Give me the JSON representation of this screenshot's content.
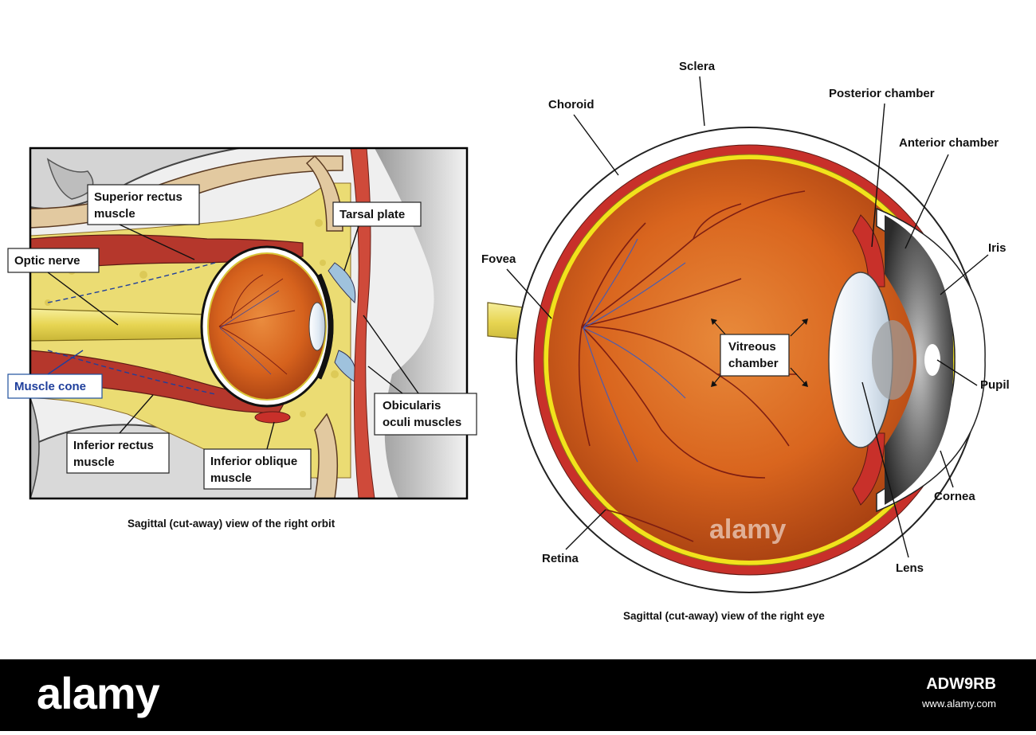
{
  "left_panel": {
    "caption": "Sagittal (cut-away) view of the right orbit",
    "labels": {
      "superior_rectus_1": "Superior rectus",
      "superior_rectus_2": "muscle",
      "optic_nerve": "Optic nerve",
      "tarsal_plate": "Tarsal plate",
      "muscle_cone": "Muscle cone",
      "obicularis_1": "Obicularis",
      "obicularis_2": "oculi muscles",
      "inferior_rectus_1": "Inferior rectus",
      "inferior_rectus_2": "muscle",
      "inferior_oblique_1": "Inferior oblique",
      "inferior_oblique_2": "muscle"
    }
  },
  "right_panel": {
    "caption": "Sagittal (cut-away) view of the right eye",
    "labels": {
      "sclera": "Sclera",
      "choroid": "Choroid",
      "posterior_chamber": "Posterior chamber",
      "anterior_chamber": "Anterior chamber",
      "iris": "Iris",
      "fovea": "Fovea",
      "vitreous_1": "Vitreous",
      "vitreous_2": "chamber",
      "pupil": "Pupil",
      "cornea": "Cornea",
      "retina": "Retina",
      "lens": "Lens"
    }
  },
  "watermark": {
    "text": "alamy"
  },
  "footer": {
    "logo": "alamy",
    "image_id": "ADW9RB",
    "url": "www.alamy.com"
  },
  "colors": {
    "eyeball_orange": "#d9651e",
    "eyeball_deep": "#a33d10",
    "retina_yellow": "#f2e21c",
    "choroid_red": "#c8302a",
    "fat_yellow": "#e9d86a",
    "muscle_red": "#b5372c",
    "vessel_blue": "#3b5bbf",
    "lid_pink": "#d46a6a",
    "iris_dark": "#2a2a2a"
  }
}
